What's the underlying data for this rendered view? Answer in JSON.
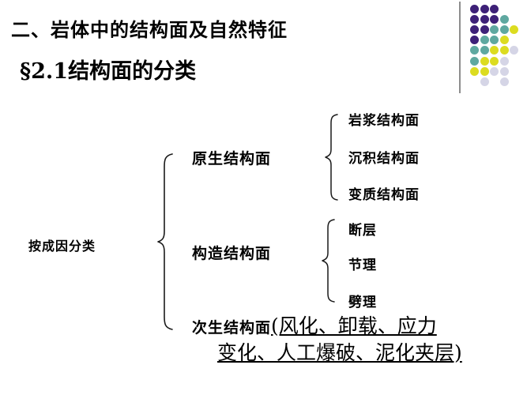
{
  "slide": {
    "title": "二、岩体中的结构面及自然特征",
    "subtitle": "§2.1结构面的分类"
  },
  "decoration": {
    "name": "dot-grid-graphic",
    "divider": "vertical-rule",
    "colors": {
      "purple": "#3D2077",
      "teal": "#5FA8A0",
      "yellow": "#DCDC20",
      "lavender": "#D5D5E6"
    },
    "grid": [
      [
        "purple",
        "purple",
        "purple",
        "",
        "",
        ""
      ],
      [
        "purple",
        "purple",
        "purple",
        "teal",
        "",
        ""
      ],
      [
        "purple",
        "purple",
        "teal",
        "teal",
        "yellow",
        ""
      ],
      [
        "purple",
        "teal",
        "teal",
        "yellow",
        "",
        ""
      ],
      [
        "teal",
        "teal",
        "yellow",
        "yellow",
        "lavender",
        ""
      ],
      [
        "teal",
        "yellow",
        "yellow",
        "lavender",
        "",
        ""
      ],
      [
        "yellow",
        "yellow",
        "lavender",
        "lavender",
        "",
        ""
      ],
      [
        "",
        "lavender",
        "",
        "lavender",
        "",
        ""
      ]
    ]
  },
  "diagram": {
    "type": "tree",
    "root": "按成因分类",
    "branches": [
      {
        "label": "原生结构面",
        "children": [
          "岩浆结构面",
          "沉积结构面",
          "变质结构面"
        ]
      },
      {
        "label": "构造结构面",
        "children": [
          "断层",
          "节理",
          "劈理"
        ]
      },
      {
        "label": "次生结构面",
        "note_line1": "(风化、卸载、应力",
        "note_line2": "变化、人工爆破、泥化夹层)",
        "children": []
      }
    ]
  }
}
